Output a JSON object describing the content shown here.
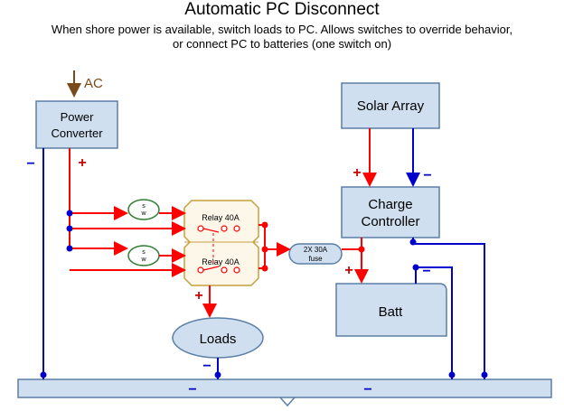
{
  "title": "Automatic PC Disconnect",
  "subtitle_line1": "When shore power is available, switch loads to PC.  Allows switches to override behavior,",
  "subtitle_line2": "or connect PC to batteries (one switch on)",
  "labels": {
    "ac": "AC",
    "power_converter_line1": "Power",
    "power_converter_line2": "Converter",
    "solar_array": "Solar Array",
    "charge_controller_line1": "Charge",
    "charge_controller_line2": "Controller",
    "batt": "Batt",
    "loads": "Loads",
    "relay_top": "Relay 40A",
    "relay_bottom": "Relay 40A",
    "switch_s": "s",
    "switch_w": "w",
    "fuse_line1": "2X 30A",
    "fuse_line2": "fuse"
  },
  "symbols": {
    "positive": "+",
    "negative": "−"
  },
  "colors": {
    "positive_wire": "#ff0000",
    "negative_wire": "#0000cc",
    "ac_wire": "#7a4a1a",
    "box_fill": "#cfdff0",
    "box_stroke": "#5b7fa6",
    "relay_fill": "#fdf7ea",
    "relay_stroke": "#c8a03c",
    "switch_stroke": "#2e7d32"
  }
}
